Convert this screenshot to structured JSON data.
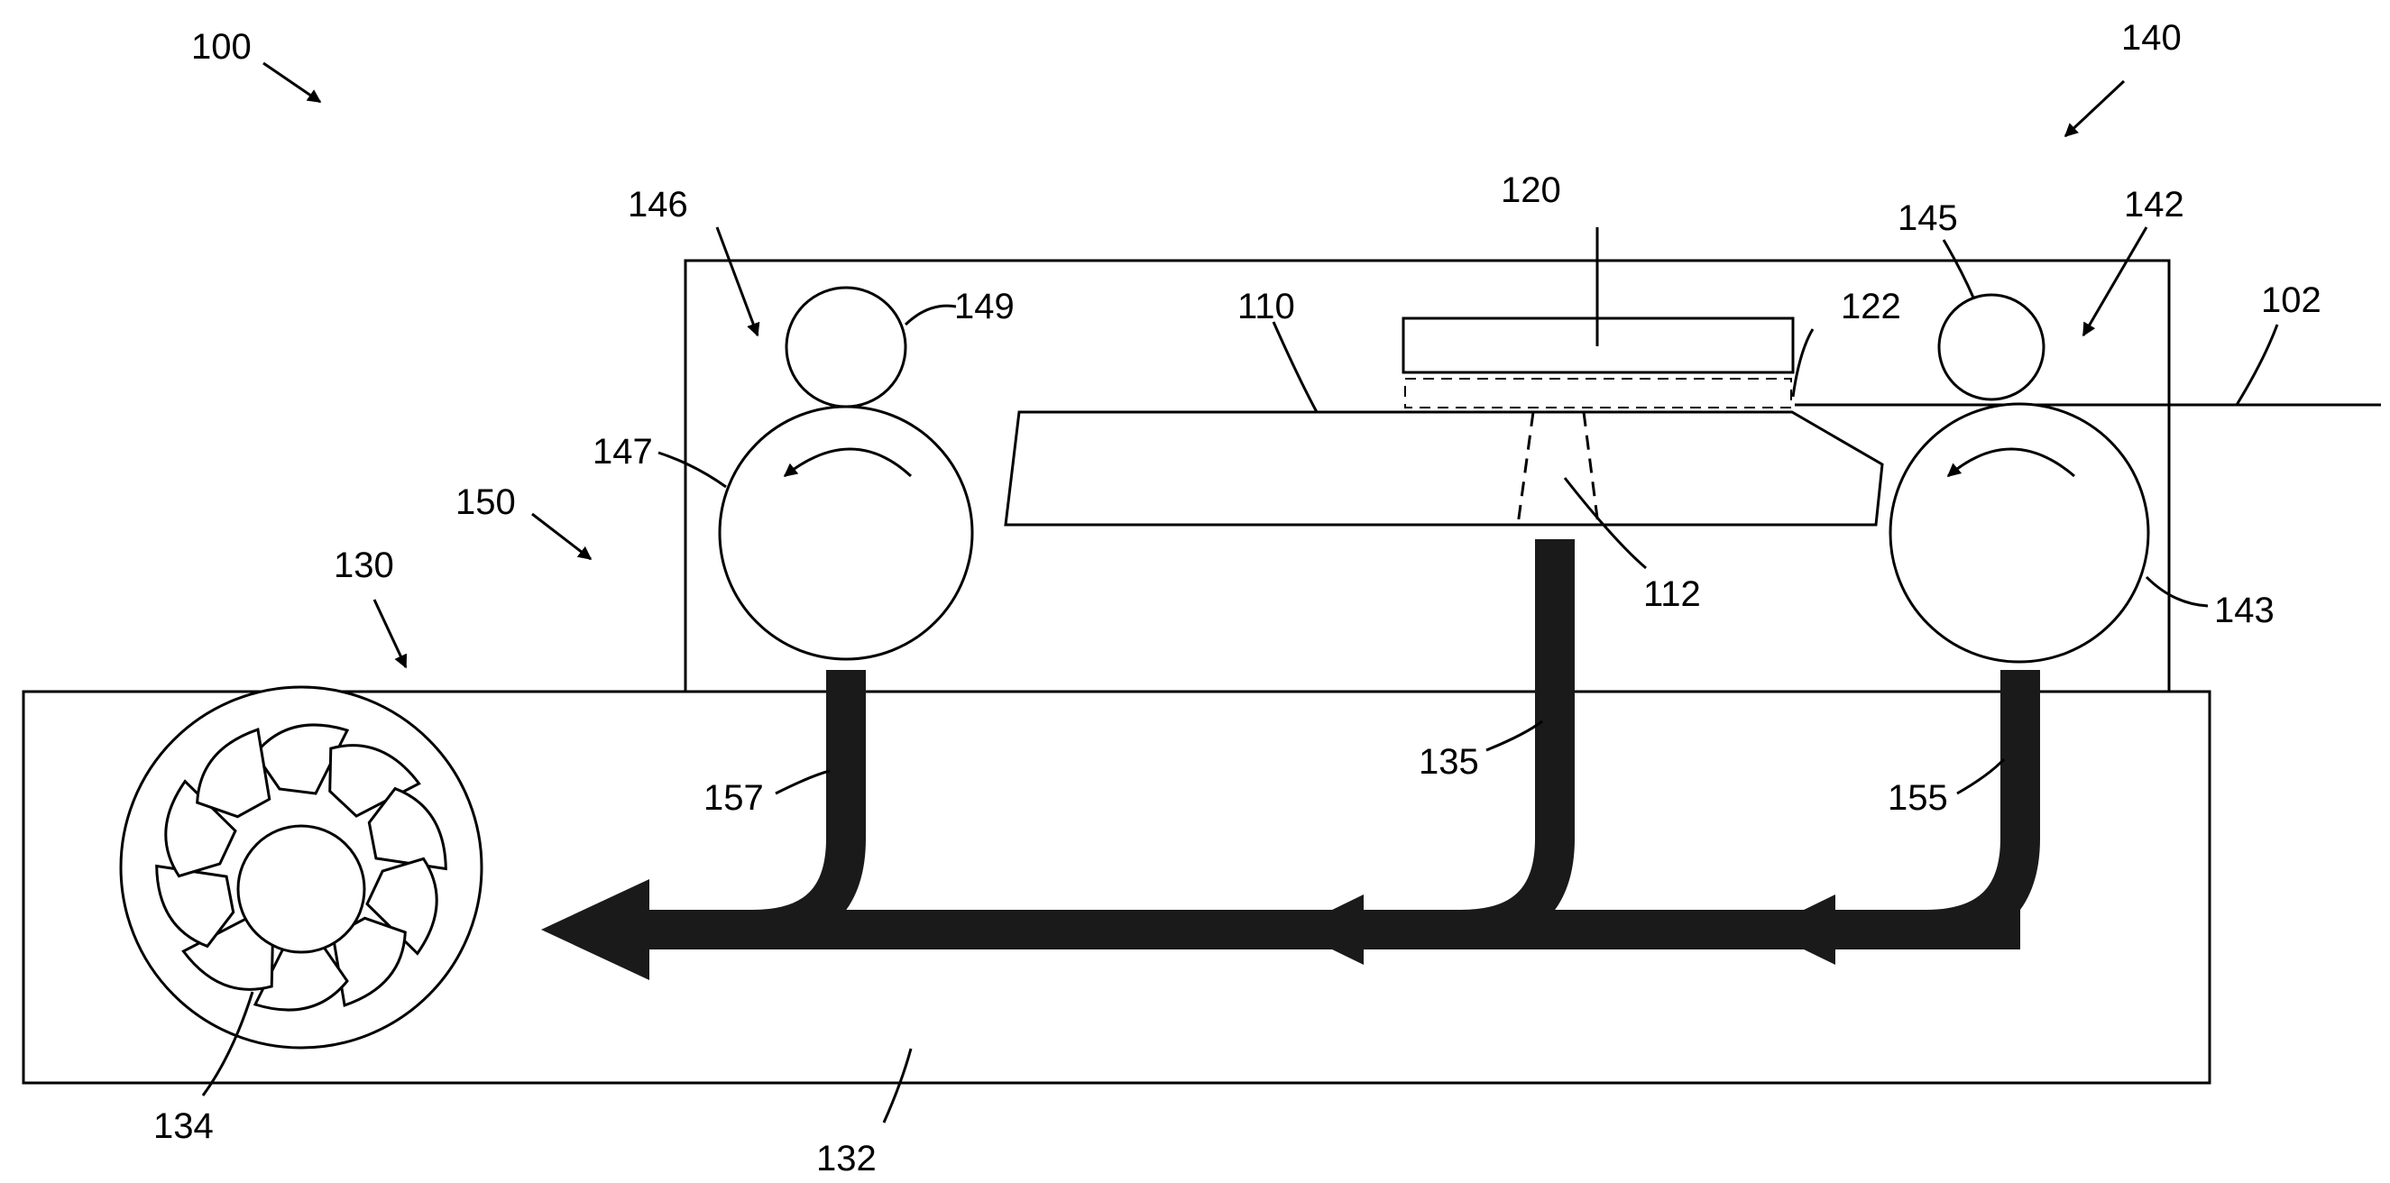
{
  "labels": {
    "system": "100",
    "media": "102",
    "platen": "110",
    "platen_opening": "112",
    "printhead": "120",
    "printhead_face": "122",
    "vacuum_assembly": "130",
    "plenum": "132",
    "fan": "134",
    "duct_center": "135",
    "transport": "140",
    "roller_pair_right": "142",
    "roller_drive_right": "143",
    "roller_idler_right": "145",
    "roller_pair_left": "146",
    "roller_drive_left": "147",
    "roller_idler_left": "149",
    "vacuum_region": "150",
    "duct_right": "155",
    "duct_left": "157"
  },
  "colors": {
    "line": "#000000",
    "airflow": "#1a1a1a",
    "background": "#ffffff"
  }
}
